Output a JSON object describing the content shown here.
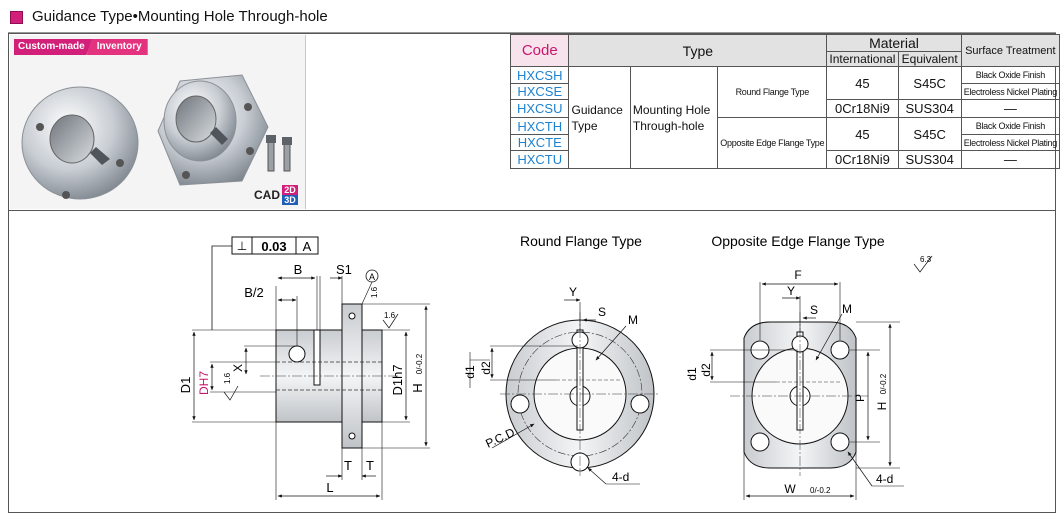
{
  "header": {
    "title": "Guidance Type•Mounting Hole Through-hole",
    "accent": "#d2207a"
  },
  "badges": {
    "custom": "Custom-made",
    "inventory": "Inventory"
  },
  "cad": {
    "label": "CAD",
    "two_d": "2D",
    "three_d": "3D"
  },
  "table": {
    "headers": {
      "code": "Code",
      "type": "Type",
      "material": "Material",
      "international": "International",
      "equivalent": "Equivalent",
      "surface": "Surface Treatment"
    },
    "codes": [
      "HXCSH",
      "HXCSE",
      "HXCSU",
      "HXCTH",
      "HXCTE",
      "HXCTU"
    ],
    "type1": "Guidance Type",
    "type2": "Mounting Hole Through-hole",
    "round_flange": "Round Flange Type",
    "opposite_flange": "Opposite Edge Flange Type",
    "mat_45": "45",
    "mat_s45c": "S45C",
    "mat_0cr": "0Cr18Ni9",
    "mat_sus": "SUS304",
    "black_oxide": "Black Oxide Finish",
    "nickel": "Electroless Nickel Plating",
    "dash": "—"
  },
  "drawings": {
    "round_title": "Round Flange Type",
    "opposite_title": "Opposite Edge Flange Type",
    "roughness": "6.3",
    "side": {
      "perp_symbol": "⊥",
      "tolerance": "0.03",
      "datum": "A",
      "b": "B",
      "b_half": "B/2",
      "s1": "S1",
      "circle_a": "A",
      "r16a": "1.6",
      "r16b": "1.6",
      "r16c": "1.6",
      "d1": "D1",
      "dh7": "DH7",
      "x": "X",
      "d1h7": "D1h7",
      "h": "H",
      "h_tol": "0/-0.2",
      "t1": "T",
      "t2": "T",
      "l": "L"
    },
    "round": {
      "y": "Y",
      "s": "S",
      "m": "M",
      "d1": "d1",
      "d2": "d2",
      "pcd": "P.C.D",
      "holes": "4-d"
    },
    "opposite": {
      "f": "F",
      "y": "Y",
      "s": "S",
      "m": "M",
      "d1": "d1",
      "d2": "d2",
      "p": "P",
      "h": "H",
      "h_tol": "0/-0.2",
      "w": "W",
      "w_tol": "0/-0.2",
      "holes": "4-d"
    }
  }
}
